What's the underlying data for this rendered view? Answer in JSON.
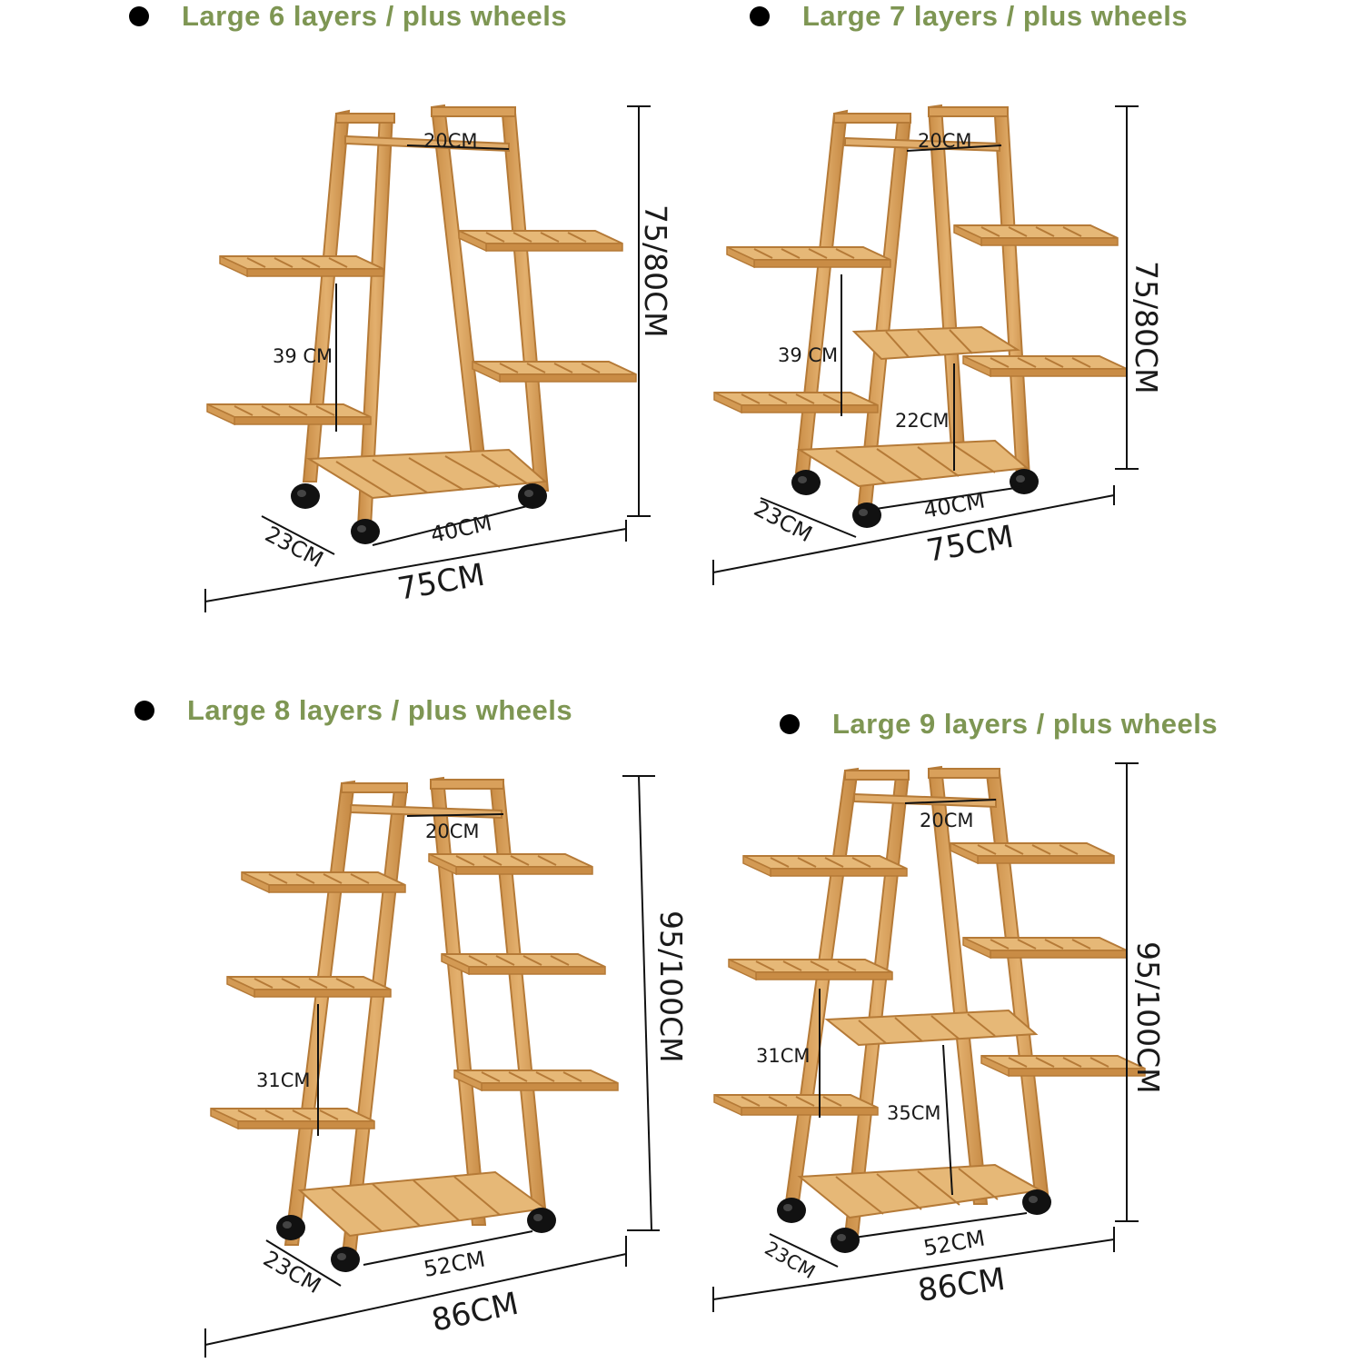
{
  "colors": {
    "heading_green": "#7e9653",
    "wood": "#d9a05b",
    "wood_dark": "#b57a37",
    "wheel": "#111111"
  },
  "panels": [
    {
      "title": "Large 6 layers / plus wheels",
      "dims": {
        "top": "20CM",
        "height": "75/80CM",
        "gap": "39 CM",
        "depth": "23CM",
        "inner": "40CM",
        "width": "75CM"
      }
    },
    {
      "title": "Large 7 layers / plus wheels",
      "dims": {
        "top": "20CM",
        "height": "75/80CM",
        "gap": "39 CM",
        "gap2": "22CM",
        "depth": "23CM",
        "inner": "40CM",
        "width": "75CM"
      }
    },
    {
      "title": "Large 8 layers / plus wheels",
      "dims": {
        "top": "20CM",
        "height": "95/100CM",
        "gap": "31CM",
        "depth": "23CM",
        "inner": "52CM",
        "width": "86CM"
      }
    },
    {
      "title": "Large 9 layers / plus wheels",
      "dims": {
        "top": "20CM",
        "height": "95/100CM",
        "gap": "31CM",
        "gap2": "35CM",
        "depth": "23CM",
        "inner": "52CM",
        "width": "86CM"
      }
    }
  ]
}
